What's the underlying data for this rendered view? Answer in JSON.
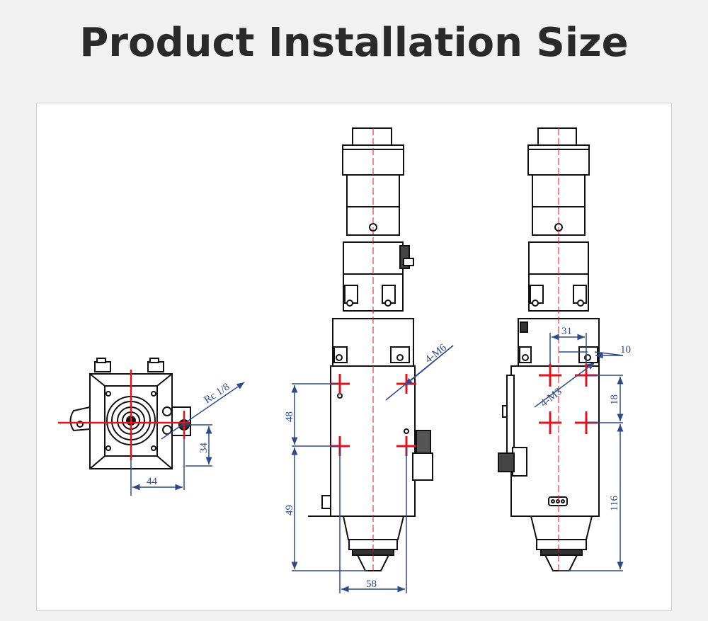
{
  "title": "Product Installation Size",
  "colors": {
    "outline": "#111111",
    "dimension": "#2e4a8a",
    "marker": "#e3131b",
    "panel": "#ffffff",
    "background": "#f1f1f1"
  },
  "left_view": {
    "thread_label": "Rc 1/8",
    "dim_horizontal": "44",
    "dim_vertical": "34"
  },
  "front_view": {
    "hole_label": "4-M6",
    "dim_upper": "48",
    "dim_lower": "49",
    "dim_width": "58"
  },
  "side_view": {
    "hole_label": "4-M3",
    "dim_spacing": "31",
    "dim_offset": "10",
    "dim_upper": "18",
    "dim_lower": "116"
  }
}
